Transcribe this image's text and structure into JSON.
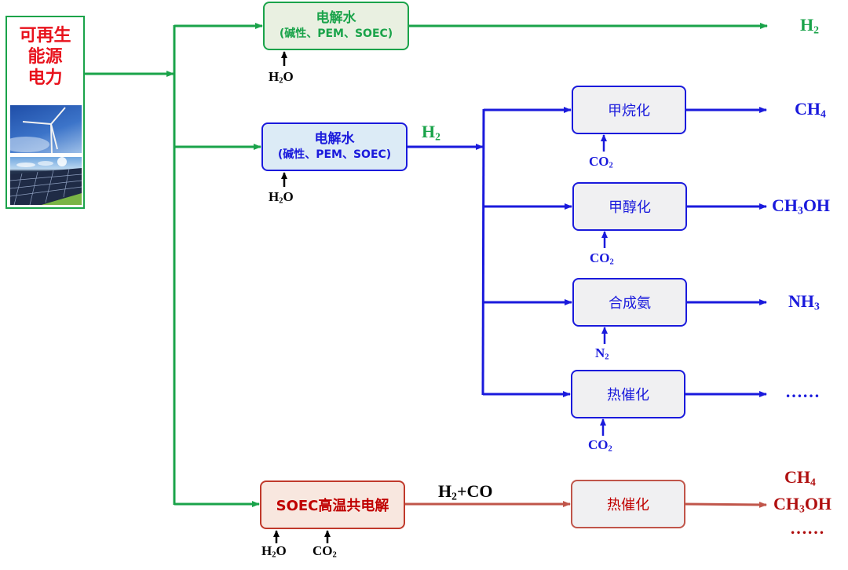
{
  "source": {
    "title_lines": [
      "可再生",
      "能源",
      "电力"
    ],
    "images": [
      "wind-turbine",
      "solar-panels"
    ]
  },
  "route_1": {
    "box_title": "电解水",
    "box_subtitle": "(碱性、PEM、SOEC)",
    "input": {
      "base": "H",
      "sub": "2",
      "tail": "O"
    },
    "output": {
      "base": "H",
      "sub": "2"
    }
  },
  "route_2": {
    "box_title": "电解水",
    "box_subtitle": "(碱性、PEM、SOEC)",
    "input": {
      "base": "H",
      "sub": "2",
      "tail": "O"
    },
    "intermediate": {
      "base": "H",
      "sub": "2"
    },
    "processes": [
      {
        "label": "甲烷化",
        "input": {
          "base": "CO",
          "sub": "2",
          "tail": ""
        },
        "output": {
          "base": "CH",
          "sub": "4",
          "tail": ""
        }
      },
      {
        "label": "甲醇化",
        "input": {
          "base": "CO",
          "sub": "2",
          "tail": ""
        },
        "output": {
          "base": "CH",
          "sub": "3",
          "tail": "OH"
        }
      },
      {
        "label": "合成氨",
        "input": {
          "base": "N",
          "sub": "2",
          "tail": ""
        },
        "output": {
          "base": "NH",
          "sub": "3",
          "tail": ""
        }
      },
      {
        "label": "热催化",
        "input": {
          "base": "CO",
          "sub": "2",
          "tail": ""
        },
        "output": {
          "base": "……",
          "sub": "",
          "tail": ""
        }
      }
    ]
  },
  "route_3": {
    "box_title": "SOEC高温共电解",
    "inputs": [
      {
        "base": "H",
        "sub": "2",
        "tail": "O"
      },
      {
        "base": "CO",
        "sub": "2",
        "tail": ""
      }
    ],
    "intermediate": {
      "base": "H",
      "sub": "2",
      "tail": "+CO"
    },
    "process_label": "热催化",
    "outputs": [
      {
        "base": "CH",
        "sub": "4",
        "tail": ""
      },
      {
        "base": "CH",
        "sub": "3",
        "tail": "OH"
      },
      {
        "base": "……",
        "sub": "",
        "tail": ""
      }
    ]
  },
  "colors": {
    "green": "#1aa34a",
    "blue": "#1a1adc",
    "red": "#c0554a",
    "source_text": "#e8121c"
  }
}
